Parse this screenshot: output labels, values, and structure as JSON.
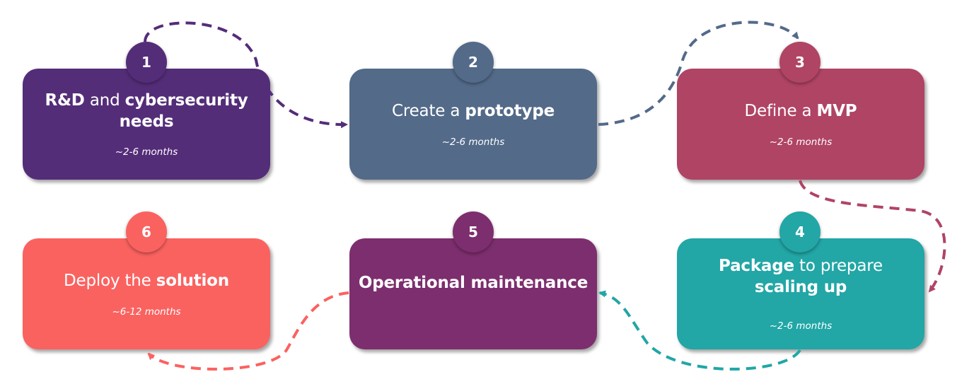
{
  "steps": [
    {
      "number": "1",
      "title_parts": [
        {
          "text": "R&D",
          "bold": true
        },
        {
          "text": " and ",
          "bold": false
        },
        {
          "text": "cybersecurity needs",
          "bold": true
        }
      ],
      "duration": "~2-6 months",
      "color": "#542d79"
    },
    {
      "number": "2",
      "title_parts": [
        {
          "text": "Create a ",
          "bold": false
        },
        {
          "text": "prototype",
          "bold": true
        }
      ],
      "duration": "~2-6 months",
      "color": "#536a89"
    },
    {
      "number": "3",
      "title_parts": [
        {
          "text": "Define a ",
          "bold": false
        },
        {
          "text": "MVP",
          "bold": true
        }
      ],
      "duration": "~2-6 months",
      "color": "#b04465"
    },
    {
      "number": "4",
      "title_parts": [
        {
          "text": "Package",
          "bold": true
        },
        {
          "text": " to prepare ",
          "bold": false
        },
        {
          "text": "scaling up",
          "bold": true
        }
      ],
      "duration": "~2-6 months",
      "color": "#22a6a6"
    },
    {
      "number": "5",
      "title_parts": [
        {
          "text": "Operational maintenance",
          "bold": true
        }
      ],
      "duration": "",
      "color": "#7d2e6e"
    },
    {
      "number": "6",
      "title_parts": [
        {
          "text": "Deploy the ",
          "bold": false
        },
        {
          "text": "solution",
          "bold": true
        }
      ],
      "duration": "~6-12 months",
      "color": "#fa6260"
    }
  ],
  "connector_colors": [
    "#542d79",
    "#536a89",
    "#b04465",
    "#22a6a6",
    "#fa6260"
  ]
}
